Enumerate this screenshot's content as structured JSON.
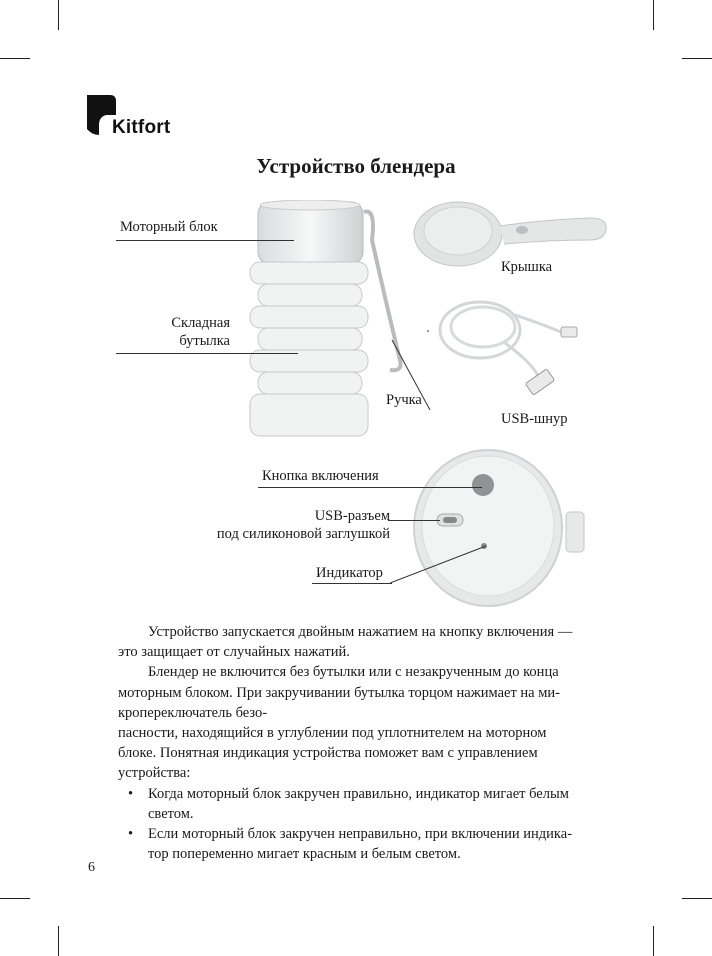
{
  "brand": {
    "name": "Kitfort"
  },
  "title": "Устройство блендера",
  "labels": {
    "motor_block": "Моторный блок",
    "foldable_bottle_1": "Складная",
    "foldable_bottle_2": "бутылка",
    "handle": "Ручка",
    "lid": "Крышка",
    "usb_cable": "USB-шнур",
    "power_button": "Кнопка включения",
    "usb_port_1": "USB-разъем",
    "usb_port_2": "под силиконовой заглушкой",
    "indicator": "Индикатор"
  },
  "body": {
    "p1_line1": "Устройство запускается двойным нажатием на кнопку включения —",
    "p1_line2": "это защищает от случайных нажатий.",
    "p2_line1": "Блендер не включится без бутылки или с незакрученным до конца",
    "p2_line2": "моторным блоком. При закручивании бутылка торцом нажимает на ми-",
    "p2_line3": "кропереключатель безо-",
    "p2_line4": "пасности, находящийся в углублении под уплотнителем на моторном",
    "p2_line5": "блоке. Понятная индикация устройства поможет вам с управлением",
    "p2_line6": "устройства:",
    "bullets": [
      {
        "line1": "Когда моторный блок закручен правильно, индикатор мигает белым",
        "line2": "светом."
      },
      {
        "line1": "Если моторный блок закручен неправильно, при включении индика-",
        "line2": "тор попеременно мигает красным и белым светом."
      }
    ]
  },
  "page_number": "6"
}
